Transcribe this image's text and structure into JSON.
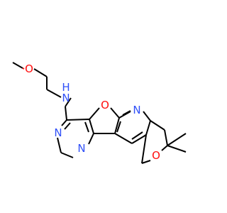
{
  "colors": {
    "bond": "#000000",
    "oxygen": "#ff0d0d",
    "nitrogen": "#3050f8",
    "background": "#ffffff"
  },
  "atoms": {
    "o_methoxy": {
      "text": "O",
      "color": "#ff0d0d"
    },
    "nh": {
      "text": "N",
      "sub": "H",
      "color": "#3050f8"
    },
    "n_pyr1": {
      "text": "N",
      "color": "#3050f8"
    },
    "n_pyr2": {
      "text": "N",
      "color": "#3050f8"
    },
    "o_furan": {
      "text": "O",
      "color": "#ff0d0d"
    },
    "n_pyridine": {
      "text": "N",
      "color": "#3050f8"
    },
    "o_pyran": {
      "text": "O",
      "color": "#ff0d0d"
    }
  }
}
